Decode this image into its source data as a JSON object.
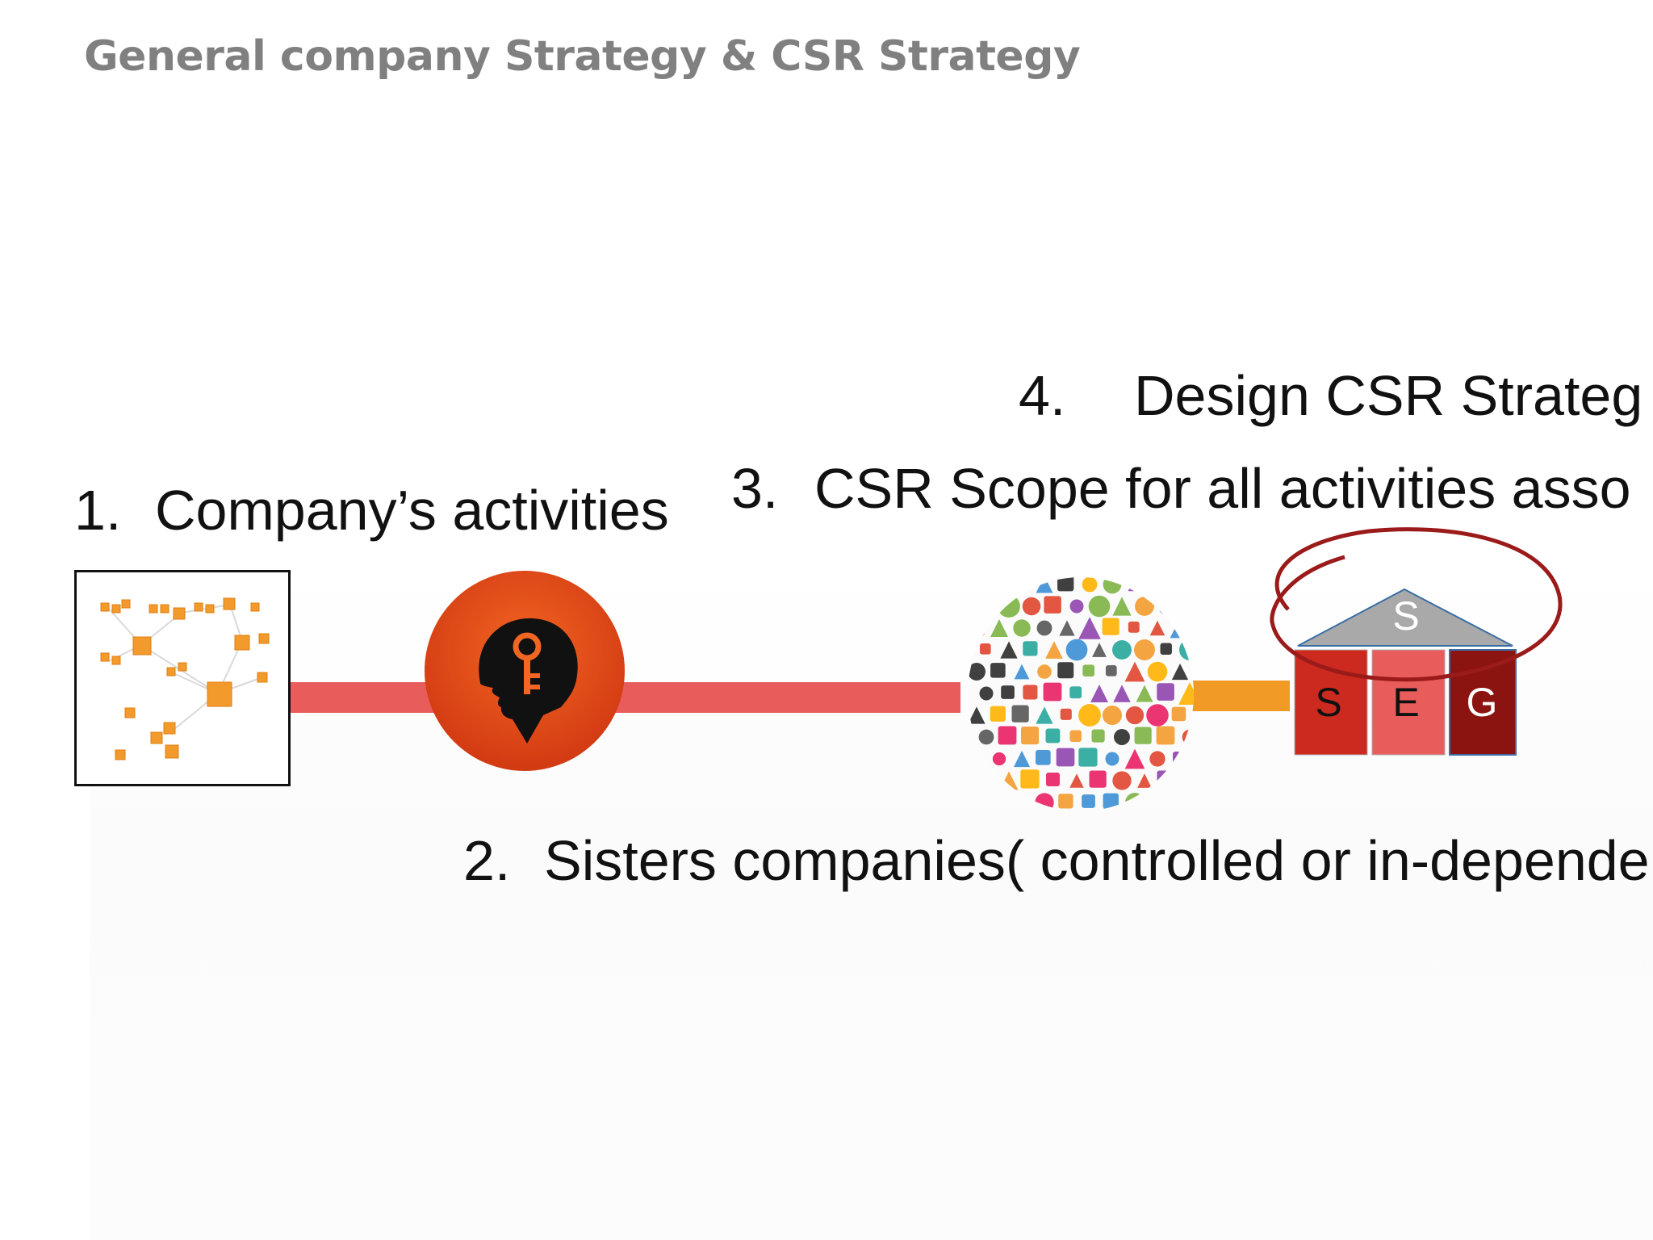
{
  "slide": {
    "title": "General company Strategy & CSR Strategy"
  },
  "steps": [
    {
      "number": "1.",
      "label": "Company’s activities"
    },
    {
      "number": "2.",
      "label": "Sisters companies( controlled or in-depende"
    },
    {
      "number": "3.",
      "label": "CSR Scope for all activities asso"
    },
    {
      "number": "4.",
      "label": "Design CSR Strateg"
    }
  ],
  "house": {
    "roof_label": "S",
    "pillars": [
      {
        "label": "S",
        "color": "#cc2a1e"
      },
      {
        "label": "E",
        "color": "#e85c5c"
      },
      {
        "label": "G",
        "color": "#8b1410"
      }
    ],
    "roof_color": "#a9a9a9",
    "ring_color": "#9b1a1a"
  },
  "colors": {
    "connector": "#e85c5c",
    "connector_short": "#f19a26",
    "head_circle": "#e8501a",
    "network_nodes": "#f39a2c"
  },
  "icons": {
    "network": "network-cubes-icon",
    "head": "head-with-key-icon",
    "collage": "icon-collage-circle",
    "house": "esg-house-icon"
  }
}
